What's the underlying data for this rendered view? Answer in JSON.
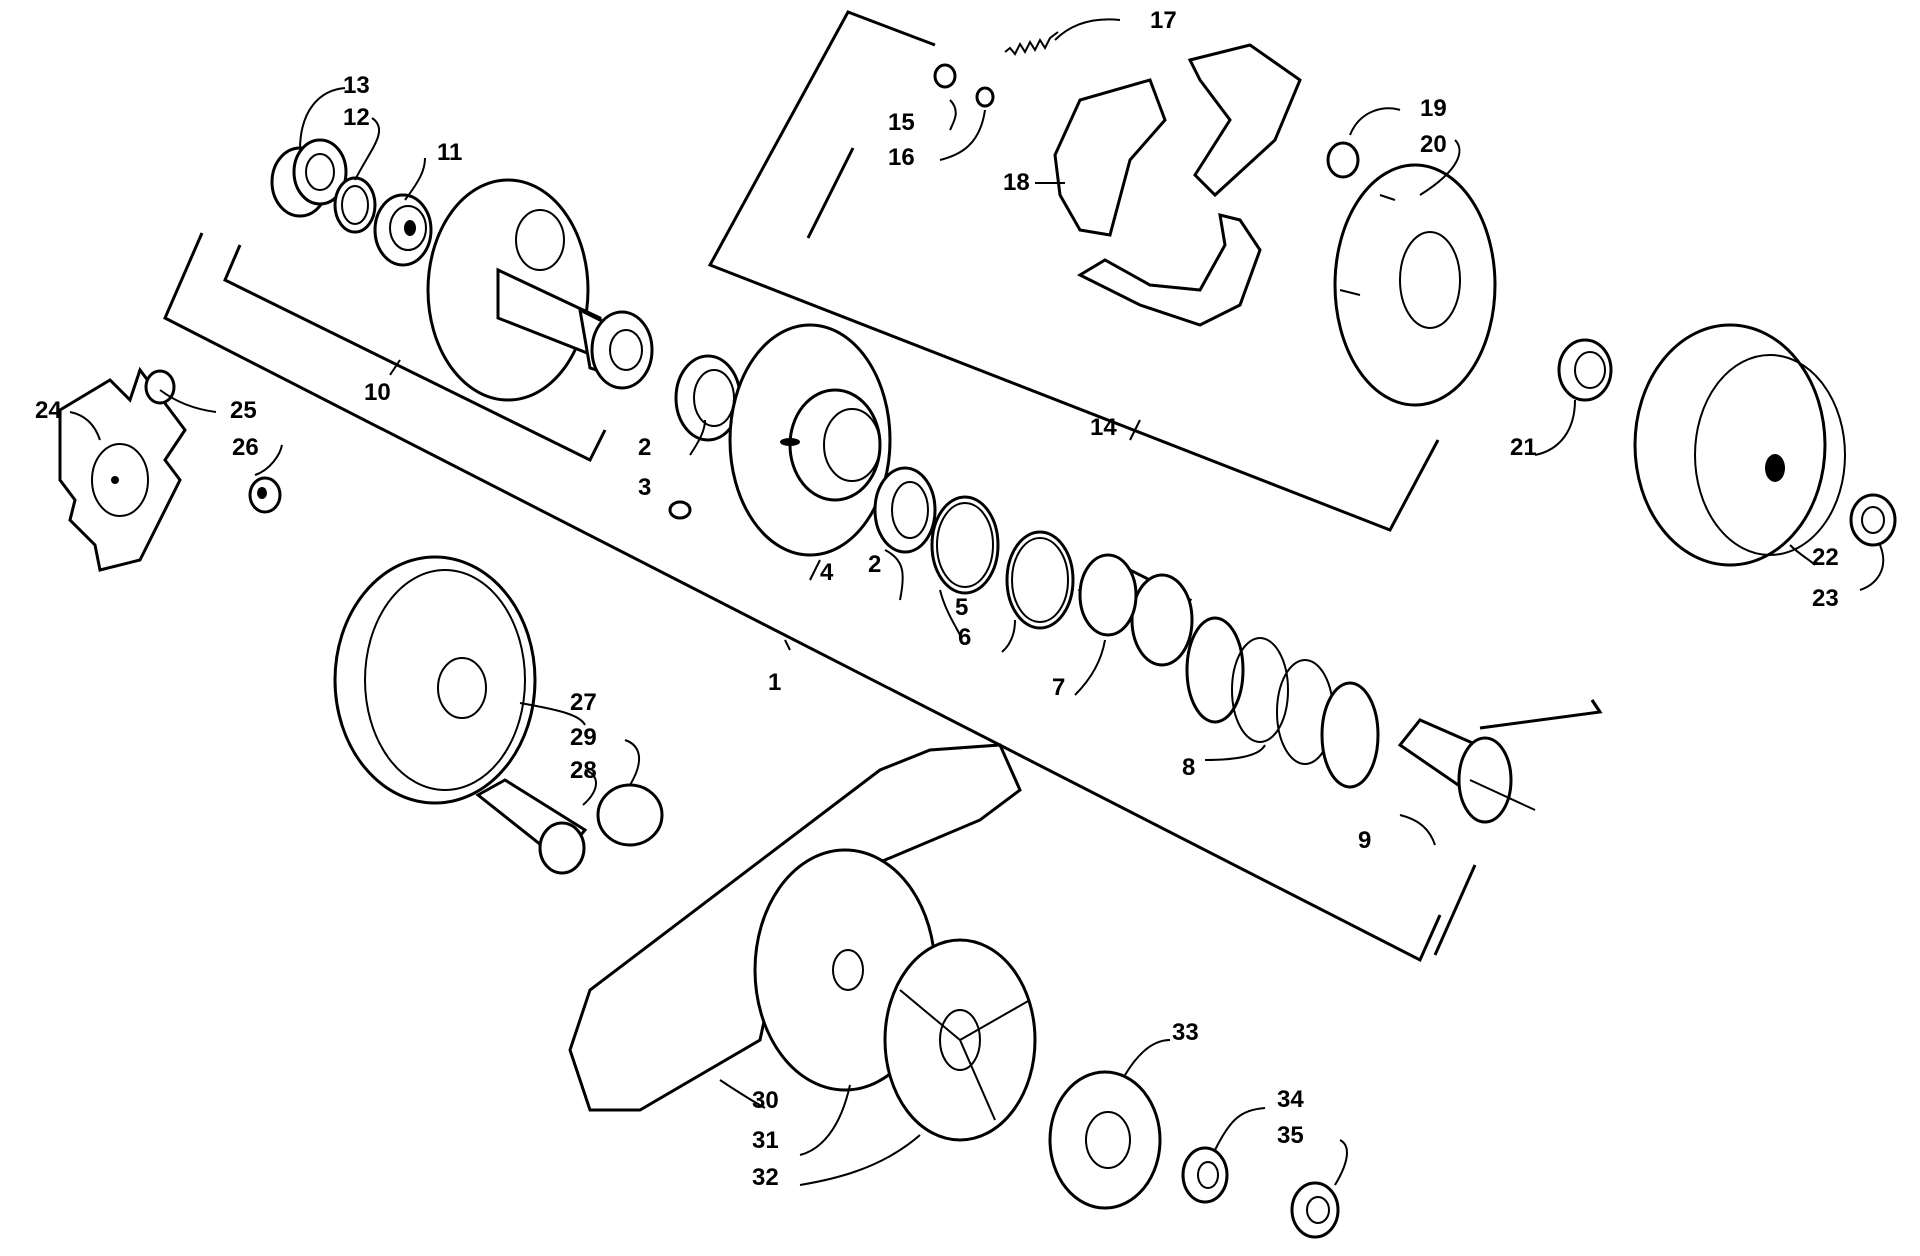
{
  "diagram": {
    "callouts": [
      {
        "id": "c1",
        "label": "1"
      },
      {
        "id": "c2a",
        "label": "2"
      },
      {
        "id": "c2b",
        "label": "2"
      },
      {
        "id": "c3",
        "label": "3"
      },
      {
        "id": "c4",
        "label": "4"
      },
      {
        "id": "c5",
        "label": "5"
      },
      {
        "id": "c6",
        "label": "6"
      },
      {
        "id": "c7",
        "label": "7"
      },
      {
        "id": "c8",
        "label": "8"
      },
      {
        "id": "c9",
        "label": "9"
      },
      {
        "id": "c10",
        "label": "10"
      },
      {
        "id": "c11",
        "label": "11"
      },
      {
        "id": "c12",
        "label": "12"
      },
      {
        "id": "c13",
        "label": "13"
      },
      {
        "id": "c14",
        "label": "14"
      },
      {
        "id": "c15",
        "label": "15"
      },
      {
        "id": "c16",
        "label": "16"
      },
      {
        "id": "c17",
        "label": "17"
      },
      {
        "id": "c18",
        "label": "18"
      },
      {
        "id": "c19",
        "label": "19"
      },
      {
        "id": "c20",
        "label": "20"
      },
      {
        "id": "c21",
        "label": "21"
      },
      {
        "id": "c22",
        "label": "22"
      },
      {
        "id": "c23",
        "label": "23"
      },
      {
        "id": "c24",
        "label": "24"
      },
      {
        "id": "c25",
        "label": "25"
      },
      {
        "id": "c26",
        "label": "26"
      },
      {
        "id": "c27",
        "label": "27"
      },
      {
        "id": "c28",
        "label": "28"
      },
      {
        "id": "c29",
        "label": "29"
      },
      {
        "id": "c30",
        "label": "30"
      },
      {
        "id": "c31",
        "label": "31"
      },
      {
        "id": "c32",
        "label": "32"
      },
      {
        "id": "c33",
        "label": "33"
      },
      {
        "id": "c34",
        "label": "34"
      },
      {
        "id": "c35",
        "label": "35"
      }
    ]
  }
}
